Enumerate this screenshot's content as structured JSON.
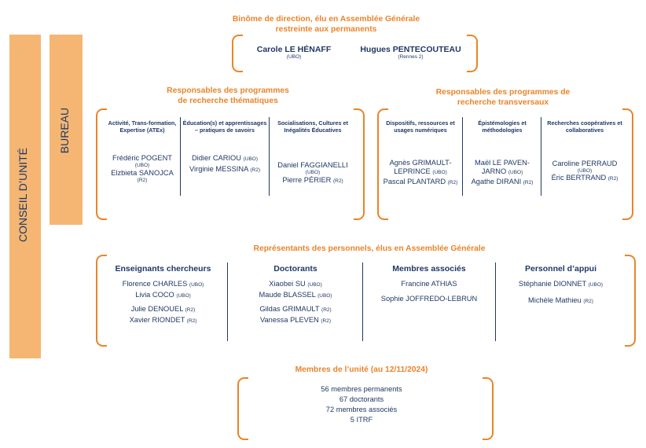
{
  "conseil_label": "CONSEIL D’UNITÉ",
  "bureau_label": "BUREAU",
  "direction": {
    "title_line1": "Binôme de direction,  élu en Assemblée Générale",
    "title_line2": "restreinte aux permanents",
    "members": [
      {
        "name": "Carole LE HÉNAFF",
        "affiliation": "(UBO)"
      },
      {
        "name": "Hugues PENTECOUTEAU",
        "affiliation": "(Rennes 2)"
      }
    ]
  },
  "thematic": {
    "title_line1": "Responsables des programmes",
    "title_line2": "de recherche thématiques",
    "columns": [
      {
        "header": "Activité, Trans-formation, Expertise (ATEx)",
        "people": [
          {
            "name": "Frédéric POGENT",
            "affiliation": "(UBO)"
          },
          {
            "name": "Elzbieta SANOJCA",
            "affiliation": "(R2)"
          }
        ]
      },
      {
        "header": "Éducation(s) et apprentissages – pratiques de savoirs",
        "people": [
          {
            "name": "Didier CARIOU",
            "affiliation": "(UBO)"
          },
          {
            "name": "Virginie MESSINA",
            "affiliation": "(R2)"
          }
        ]
      },
      {
        "header": "Socialisations, Cultures et Inégalités Éducatives",
        "people": [
          {
            "name": "Daniel FAGGIANELLI",
            "affiliation": "(UBO)"
          },
          {
            "name": "Pierre PÉRIER",
            "affiliation": "(R2)"
          }
        ]
      }
    ]
  },
  "transversal": {
    "title_line1": "Responsables des programmes de",
    "title_line2": "recherche transversaux",
    "columns": [
      {
        "header": "Dispositifs, ressources et usages numériques",
        "people": [
          {
            "name": "Agnès GRIMAULT-LEPRINCE",
            "affiliation": "(UBO)"
          },
          {
            "name": "Pascal PLANTARD",
            "affiliation": "(R2)"
          }
        ]
      },
      {
        "header": "Épistémologies et méthodologies",
        "people": [
          {
            "name": "Maël LE PAVEN-JARNO",
            "affiliation": "(UBO)"
          },
          {
            "name": "Agathe DIRANI",
            "affiliation": "(R2)"
          }
        ]
      },
      {
        "header": "Recherches coopératives et collaboratives",
        "people": [
          {
            "name": "Caroline PERRAUD",
            "affiliation": "(UBO)"
          },
          {
            "name": "Éric BERTRAND",
            "affiliation": "(R2)"
          }
        ]
      }
    ]
  },
  "representatives": {
    "title": "Représentants des personnels, élus en Assemblée Générale",
    "columns": [
      {
        "header": "Enseignants chercheurs",
        "people": [
          {
            "name": "Florence CHARLES",
            "affiliation": "(UBO)"
          },
          {
            "name": "Livia COCO",
            "affiliation": "(UBO)"
          },
          {
            "name": "Julie DENOUEL",
            "affiliation": "(R2)"
          },
          {
            "name": "Xavier RIONDET",
            "affiliation": "(R2)"
          }
        ]
      },
      {
        "header": "Doctorants",
        "people": [
          {
            "name": "Xiaobei SU",
            "affiliation": "(UBO)"
          },
          {
            "name": "Maude BLASSEL",
            "affiliation": "(UBO)"
          },
          {
            "name": "Gildas GRIMAULT",
            "affiliation": "(R2)"
          },
          {
            "name": "Vanessa PLEVEN",
            "affiliation": "(R2)"
          }
        ]
      },
      {
        "header": "Membres associés",
        "people": [
          {
            "name": "Francine ATHIAS",
            "affiliation": ""
          },
          {
            "name": "Sophie JOFFREDO-LEBRUN",
            "affiliation": ""
          }
        ]
      },
      {
        "header": "Personnel d’appui",
        "people": [
          {
            "name": "Stéphanie DIONNET",
            "affiliation": "(UBO)"
          },
          {
            "name": "Michèle Mathieu",
            "affiliation": "(R2)"
          }
        ]
      }
    ]
  },
  "members": {
    "title": "Membres de l’unité (au 12/11/2024)",
    "lines": [
      "56 membres permanents",
      "67 doctorants",
      "72 membres associés",
      "5 ITRF"
    ]
  }
}
